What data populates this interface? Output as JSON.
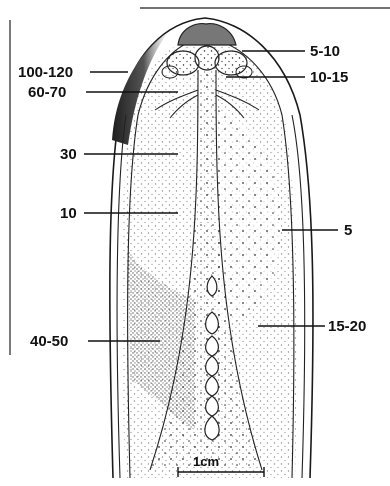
{
  "labels": {
    "l100_120": "100-120",
    "l60_70": "60-70",
    "l30": "30",
    "l10": "10",
    "l40_50": "40-50",
    "l5_10": "5-10",
    "l10_15": "10-15",
    "l5": "5",
    "l15_20": "15-20"
  },
  "scale_bar": {
    "label": "1cm"
  },
  "colors": {
    "ink": "#111111",
    "paper": "#ffffff",
    "dark_cap": "#2a2a2a",
    "stipple": "#3a3a3a"
  }
}
